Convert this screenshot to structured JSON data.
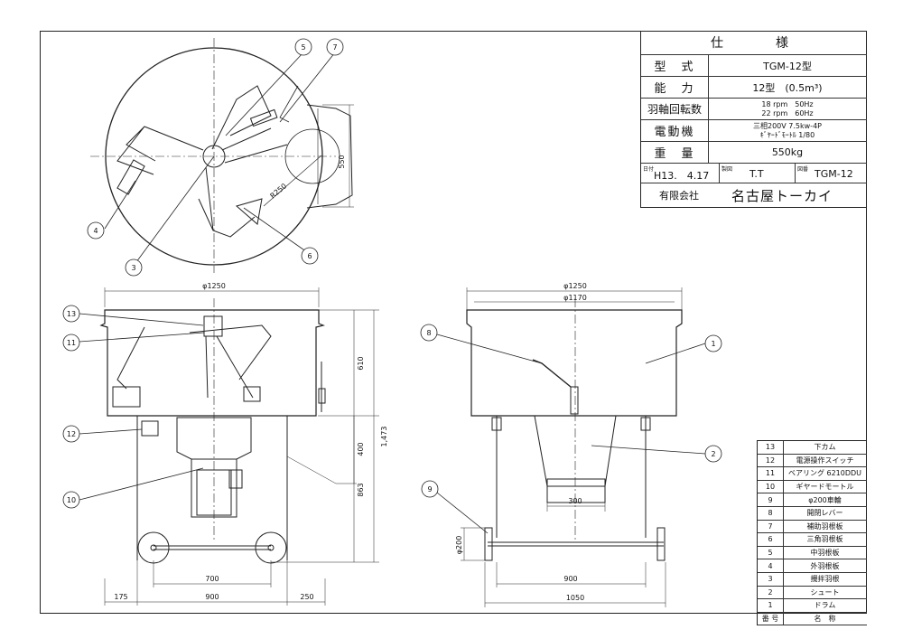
{
  "spec": {
    "title": "仕　　様",
    "rows": [
      {
        "label": "型　式",
        "value": "TGM-12型"
      },
      {
        "label": "能　力",
        "value": "12型　(0.5m³)"
      },
      {
        "label": "羽軸回転数",
        "value_lines": [
          "18 rpm　50Hz",
          "22 rpm　60Hz"
        ]
      },
      {
        "label": "電動機",
        "value_lines": [
          "三相200V 7.5kw-4P",
          "ｷﾞﾔｰﾄﾞﾓｰﾄﾙ 1/80"
        ]
      },
      {
        "label": "重　量",
        "value": "550kg"
      }
    ],
    "meta": {
      "date_label": "日付",
      "date": "H13.　4.17",
      "drafter_label": "製図",
      "drafter": "T.T",
      "drawing_no_label": "図番",
      "drawing_no": "TGM-12"
    },
    "company_type": "有限会社",
    "company_name": "名古屋トーカイ"
  },
  "parts": {
    "header": {
      "no": "番 号",
      "name": "名　称"
    },
    "items": [
      {
        "no": "13",
        "name": "下カム"
      },
      {
        "no": "12",
        "name": "電源操作スイッチ"
      },
      {
        "no": "11",
        "name": "ベアリング 6210DDU"
      },
      {
        "no": "10",
        "name": "ギヤードモートル"
      },
      {
        "no": "9",
        "name": "φ200車輪"
      },
      {
        "no": "8",
        "name": "開閉レバー"
      },
      {
        "no": "7",
        "name": "補助羽根板"
      },
      {
        "no": "6",
        "name": "三角羽根板"
      },
      {
        "no": "5",
        "name": "中羽根板"
      },
      {
        "no": "4",
        "name": "外羽根板"
      },
      {
        "no": "3",
        "name": "攪拌羽根"
      },
      {
        "no": "2",
        "name": "シュート"
      },
      {
        "no": "1",
        "name": "ドラム"
      }
    ]
  },
  "dimensions": {
    "top_height": "550",
    "top_radius": "R250",
    "front_diameter": "φ1250",
    "front_drum_height": "610",
    "front_lower": "400",
    "front_total": "1,473",
    "front_frame": "863",
    "front_wheelbase": "700",
    "front_left": "175",
    "front_mid": "900",
    "front_right": "250",
    "side_diameter": "φ1250",
    "side_inner": "φ1170",
    "side_chute": "300",
    "side_wheel": "φ200",
    "side_track": "900",
    "side_total": "1050"
  },
  "callouts": {
    "top": [
      "5",
      "7",
      "4",
      "3",
      "6"
    ],
    "front": [
      "13",
      "11",
      "12",
      "10"
    ],
    "side": [
      "8",
      "1",
      "2",
      "9"
    ]
  }
}
